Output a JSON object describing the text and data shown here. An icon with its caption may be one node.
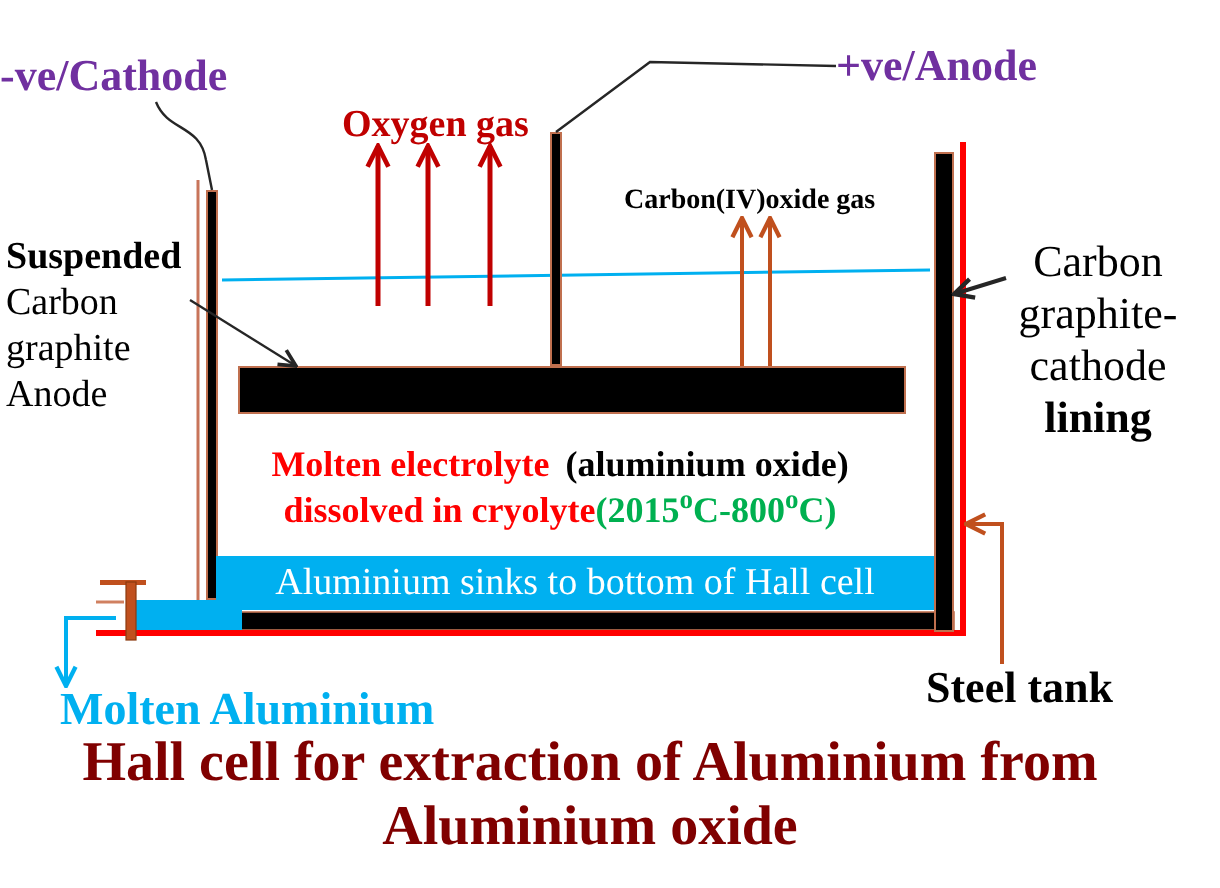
{
  "diagram": {
    "title": "Hall cell for extraction of Aluminium from Aluminium oxide",
    "nodes": [
      {
        "text": [
          "-ve/Cathode"
        ]
      },
      {
        "text": [
          "+ve/Anode"
        ]
      },
      {
        "text": [
          "Oxygen gas"
        ]
      },
      {
        "text": [
          "Carbon(IV)oxide gas"
        ]
      },
      {
        "text": [
          "**Suspended** Carbon graphite Anode"
        ]
      },
      {
        "text": [
          "Carbon graphite- cathode **lining**"
        ]
      },
      {
        "text": [
          "Aluminium sinks to bottom of Hall cell"
        ]
      },
      {
        "text": [
          "Steel tank"
        ]
      },
      {
        "text": [
          "Molten Aluminium"
        ]
      },
      {
        "text": [],
        "shape": "bar"
      },
      {
        "text": [],
        "shape": "bar"
      },
      {
        "text": [],
        "shape": "bar"
      },
      {
        "text": [],
        "shape": "bar"
      },
      {
        "text": [],
        "shape": "bar"
      }
    ],
    "edges": [
      {
        "from": 0,
        "to": 9,
        "arrow": "none"
      },
      {
        "from": 1,
        "to": 10,
        "arrow": "none"
      },
      {
        "from": null,
        "to": 2,
        "arrow": "to",
        "color": "#c00000"
      },
      {
        "from": null,
        "to": 2,
        "arrow": "to",
        "color": "#c00000"
      },
      {
        "from": null,
        "to": 2,
        "arrow": "to",
        "color": "#c00000"
      },
      {
        "from": 11,
        "to": 3,
        "arrow": "to",
        "color": "#c0501e"
      },
      {
        "from": 11,
        "to": 3,
        "arrow": "to",
        "color": "#c0501e"
      },
      {
        "from": 4,
        "to": 11,
        "arrow": "to"
      },
      {
        "from": 5,
        "to": 12,
        "arrow": "to"
      },
      {
        "from": 7,
        "to": 13,
        "arrow": "to",
        "color": "#c0501e"
      },
      {
        "from": null,
        "to": 8,
        "arrow": "to",
        "color": "#00b0f0"
      }
    ],
    "labels": [
      "Molten electrolyte",
      "(aluminium oxide)",
      "dissolved in cryolyte",
      "(2015$^{o}$C-800$^{o}$C)"
    ]
  }
}
